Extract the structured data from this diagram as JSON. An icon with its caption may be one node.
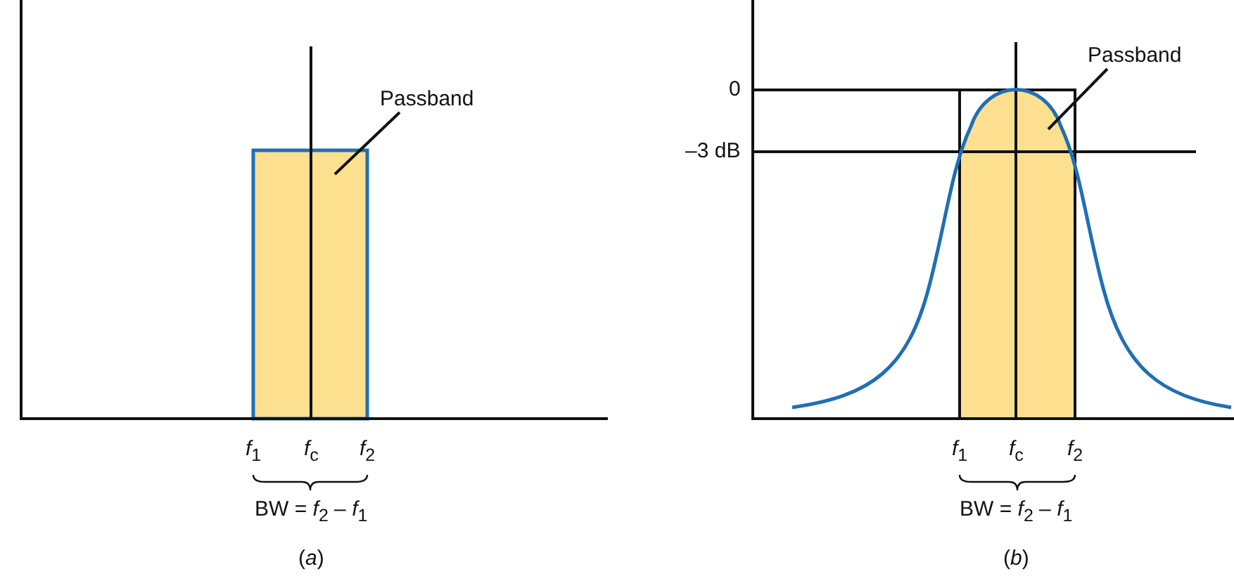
{
  "diagram": {
    "nodes": [
      {
        "text": [
          "Passband"
        ]
      },
      {
        "text": [],
        "shape": "box"
      },
      {
        "text": [
          "Passband"
        ]
      },
      {
        "text": [],
        "shape": "box"
      }
    ],
    "edges": [
      {
        "from": 0,
        "to": 1,
        "arrow": "none"
      },
      {
        "from": 2,
        "to": 3,
        "arrow": "none"
      }
    ],
    "labels": [
      "*f*$_{1}$",
      "*f*$_{c}$",
      "*f*$_{2}$",
      "BW = *f*$_{2}$ – *f*$_{1}$",
      "(*a*)",
      "0",
      "–3 dB",
      "*f*$_{1}$",
      "*f*$_{c}$",
      "*f*$_{2}$",
      "BW = *f*$_{2}$ – *f*$_{1}$",
      "(*b*)"
    ]
  }
}
